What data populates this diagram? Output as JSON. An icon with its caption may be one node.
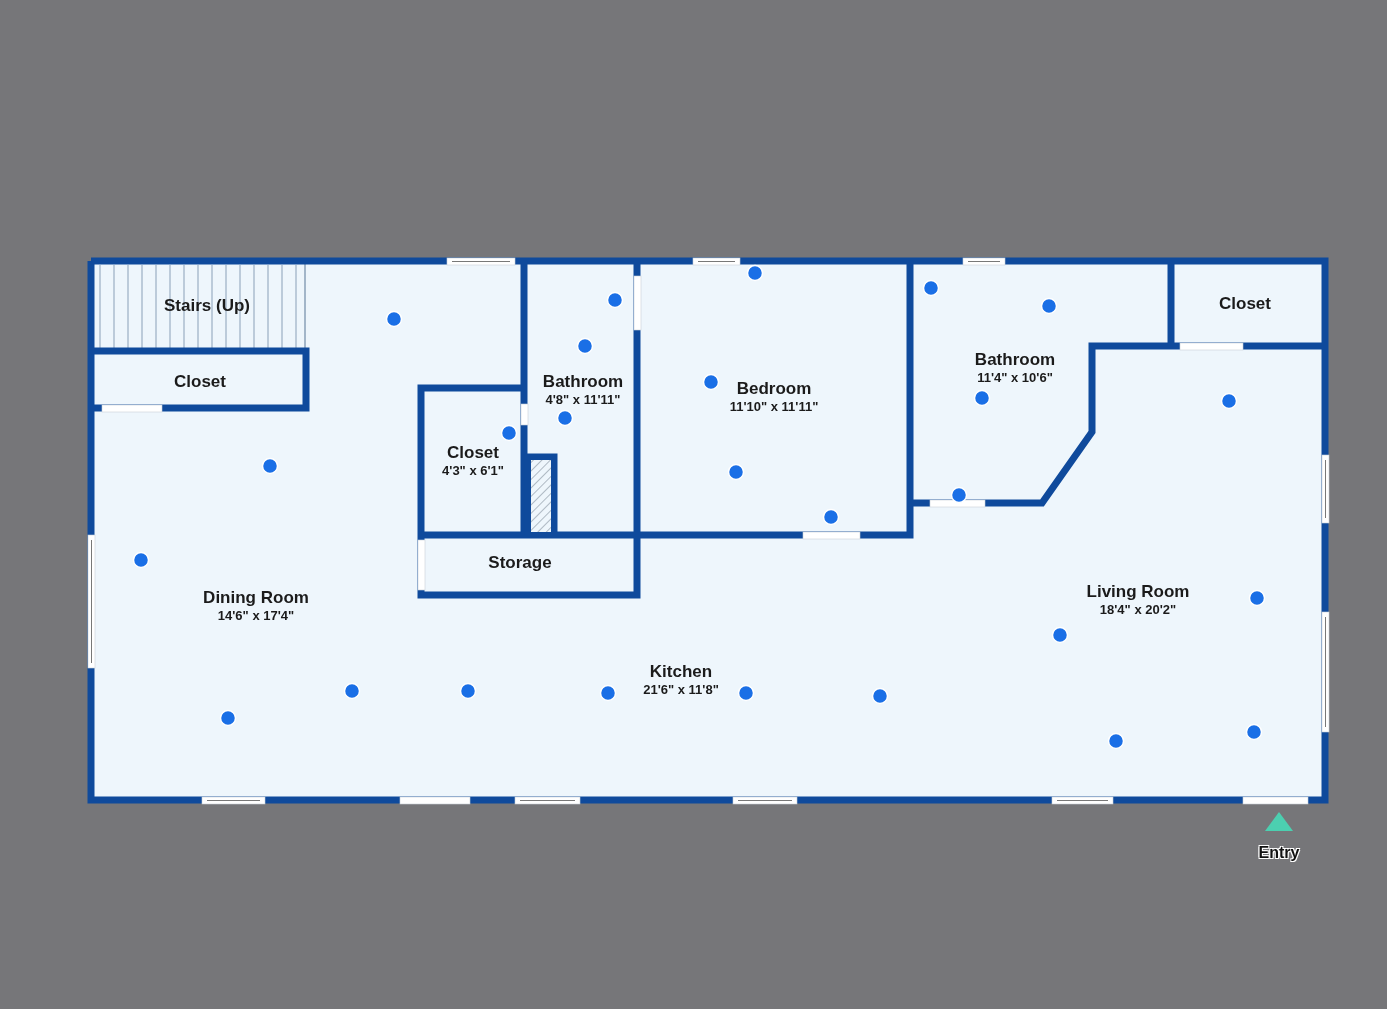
{
  "diagram": {
    "nodes": [
      {
        "text": [
          "Stairs (Up)"
        ]
      },
      {
        "text": [
          "Closet"
        ]
      },
      {
        "text": [
          "Bathroom",
          "4'8\" x 11'11\""
        ]
      },
      {
        "text": [
          "Closet",
          "4'3\" x 6'1\""
        ]
      },
      {
        "text": [
          "Storage"
        ]
      },
      {
        "text": [
          "Bedroom",
          "11'10\" x 11'11\""
        ]
      },
      {
        "text": [
          "Bathroom",
          "11'4\" x 10'6\""
        ]
      },
      {
        "text": [
          "Closet"
        ]
      },
      {
        "text": [
          "Living Room",
          "18'4\" x 20'2\""
        ]
      },
      {
        "text": [
          "Dining Room",
          "14'6\" x 17'4\""
        ]
      },
      {
        "text": [
          "Kitchen",
          "21'6\" x 11'8\""
        ]
      }
    ],
    "labels": [
      "Entry"
    ]
  }
}
